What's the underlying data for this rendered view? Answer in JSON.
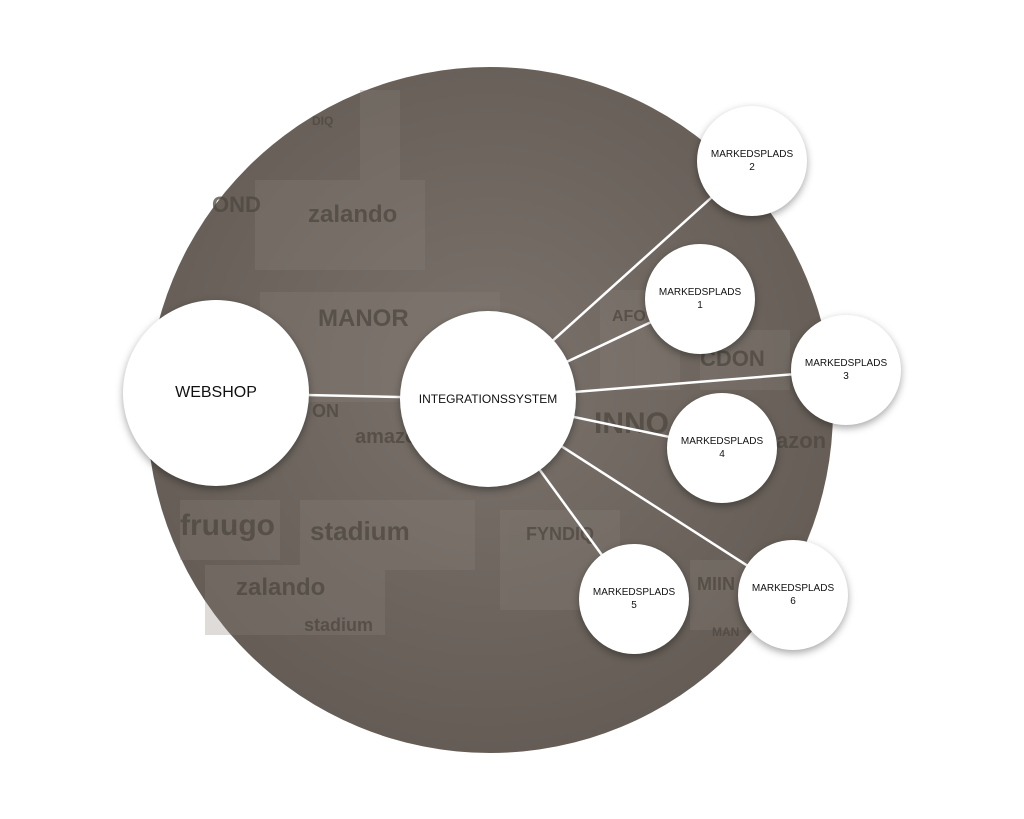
{
  "diagram": {
    "nodes": {
      "webshop": {
        "label": "WEBSHOP"
      },
      "integration": {
        "label": "INTEGRATIONSSYSTEM"
      },
      "marketplaces": [
        {
          "id": "mp-1",
          "line1": "MARKEDSPLADS",
          "line2": "1"
        },
        {
          "id": "mp-2",
          "line1": "MARKEDSPLADS",
          "line2": "2"
        },
        {
          "id": "mp-3",
          "line1": "MARKEDSPLADS",
          "line2": "3"
        },
        {
          "id": "mp-4",
          "line1": "MARKEDSPLADS",
          "line2": "4"
        },
        {
          "id": "mp-5",
          "line1": "MARKEDSPLADS",
          "line2": "5"
        },
        {
          "id": "mp-6",
          "line1": "MARKEDSPLADS",
          "line2": "6"
        }
      ]
    },
    "edges": [
      [
        "webshop",
        "integration"
      ],
      [
        "integration",
        "mp-1"
      ],
      [
        "integration",
        "mp-2"
      ],
      [
        "integration",
        "mp-3"
      ],
      [
        "integration",
        "mp-4"
      ],
      [
        "integration",
        "mp-5"
      ],
      [
        "integration",
        "mp-6"
      ]
    ]
  },
  "background": {
    "color": "#6f6760",
    "brand_marks": [
      "zalando",
      "MANOR",
      "CDON",
      "amazon",
      "fruugo",
      "stadium",
      "zalando",
      "stadium",
      "FYNDIQ",
      "INNO",
      "AFO",
      "MIIN",
      "MAN",
      "DIQ",
      "OND",
      "ON",
      "azon"
    ]
  }
}
